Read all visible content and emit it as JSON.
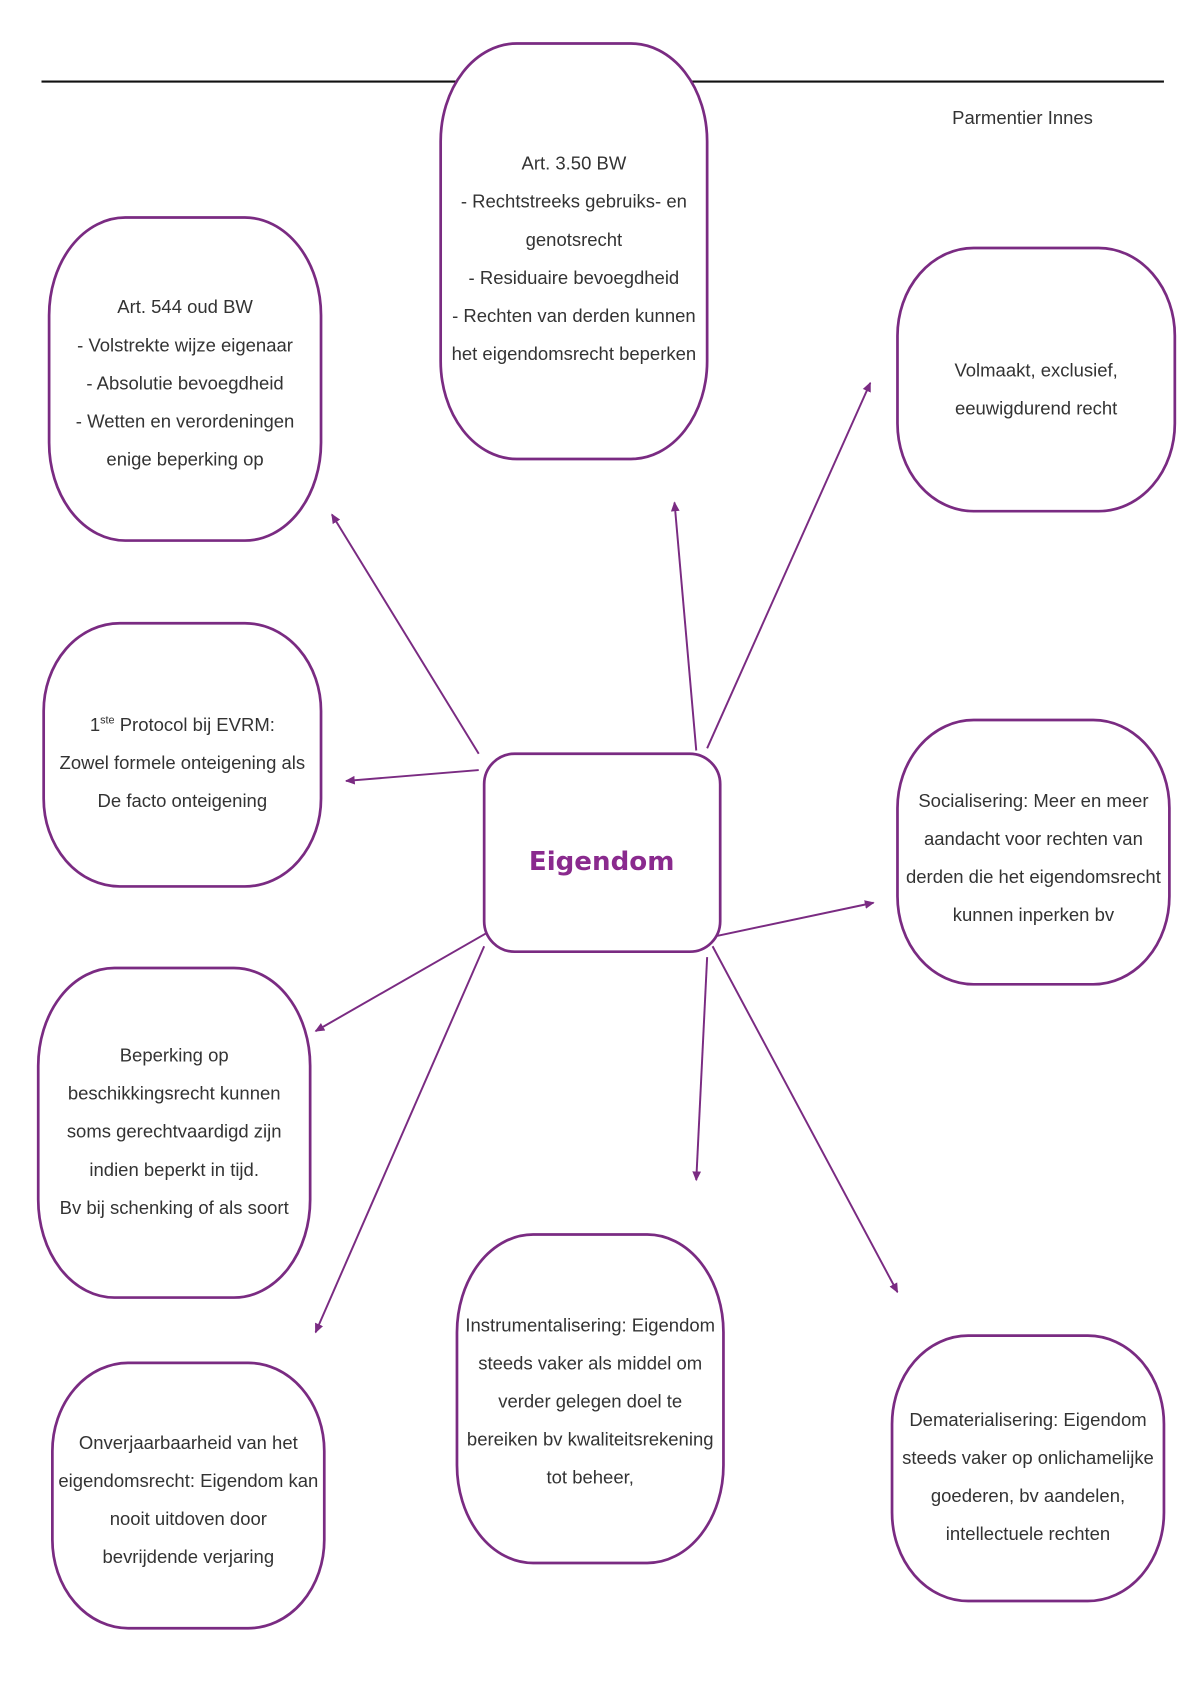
{
  "header": {
    "author": "Parmentier Innes"
  },
  "center": {
    "label": "Eigendom"
  },
  "nodes": [
    {
      "id": "art-350-bw",
      "lines": [
        "Art. 3.50 BW",
        "- Rechtstreeks gebruiks- en",
        "genotsrecht",
        "- Residuaire bevoegdheid",
        "- Rechten van derden kunnen",
        "het eigendomsrecht beperken"
      ]
    },
    {
      "id": "art-544-oud-bw",
      "lines": [
        "Art. 544 oud BW",
        "- Volstrekte wijze eigenaar",
        "- Absolutie bevoegdheid",
        "- Wetten en verordeningen",
        "enige beperking op"
      ]
    },
    {
      "id": "volmaakt",
      "lines": [
        "Volmaakt, exclusief,",
        "eeuwigdurend recht"
      ]
    },
    {
      "id": "protocol-evrm",
      "sup_prefix": "1",
      "sup": "ste",
      "lines": [
        " Protocol bij EVRM:",
        "Zowel formele onteigening als",
        "De facto onteigening"
      ]
    },
    {
      "id": "socialisering",
      "lines": [
        "Socialisering: Meer en meer",
        "aandacht voor rechten van",
        "derden die het eigendomsrecht",
        "kunnen inperken bv"
      ]
    },
    {
      "id": "beperking",
      "lines": [
        "Beperking op",
        "beschikkingsrecht kunnen",
        "soms gerechtvaardigd zijn",
        "indien beperkt in tijd.",
        "Bv bij schenking of als soort"
      ]
    },
    {
      "id": "instrumentalisering",
      "lines": [
        "Instrumentalisering: Eigendom",
        "steeds vaker als middel om",
        "verder gelegen doel te",
        "bereiken bv kwaliteitsrekening",
        "tot beheer,"
      ]
    },
    {
      "id": "onverjaarbaarheid",
      "lines": [
        "Onverjaarbaarheid van het",
        "eigendomsrecht: Eigendom kan",
        "nooit uitdoven door",
        "bevrijdende verjaring"
      ]
    },
    {
      "id": "dematerialisering",
      "lines": [
        "Dematerialisering: Eigendom",
        "steeds vaker op onlichamelijke",
        "goederen, bv aandelen,",
        "intellectuele rechten"
      ]
    }
  ],
  "colors": {
    "accent": "#7a2b82",
    "center_text": "#8a2a8e"
  }
}
